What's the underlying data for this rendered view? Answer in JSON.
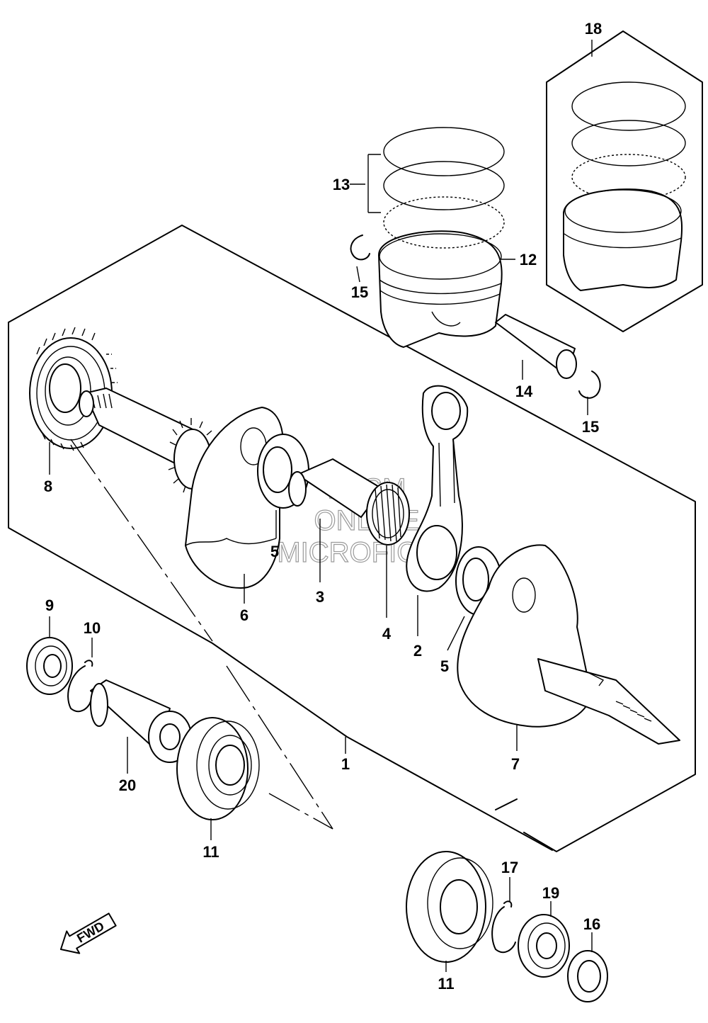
{
  "callouts": {
    "c1": "1",
    "c2": "2",
    "c3": "3",
    "c4": "4",
    "c5a": "5",
    "c5b": "5",
    "c6": "6",
    "c7": "7",
    "c8": "8",
    "c9": "9",
    "c10": "10",
    "c11a": "11",
    "c11b": "11",
    "c12": "12",
    "c13": "13",
    "c14": "14",
    "c15a": "15",
    "c15b": "15",
    "c16": "16",
    "c17": "17",
    "c18": "18",
    "c19": "19",
    "c20": "20"
  },
  "watermark": {
    "line1": "HLSM",
    "line2": "ONLINE",
    "line3": "MICROFICHE"
  },
  "direction": {
    "label": "FWD"
  }
}
